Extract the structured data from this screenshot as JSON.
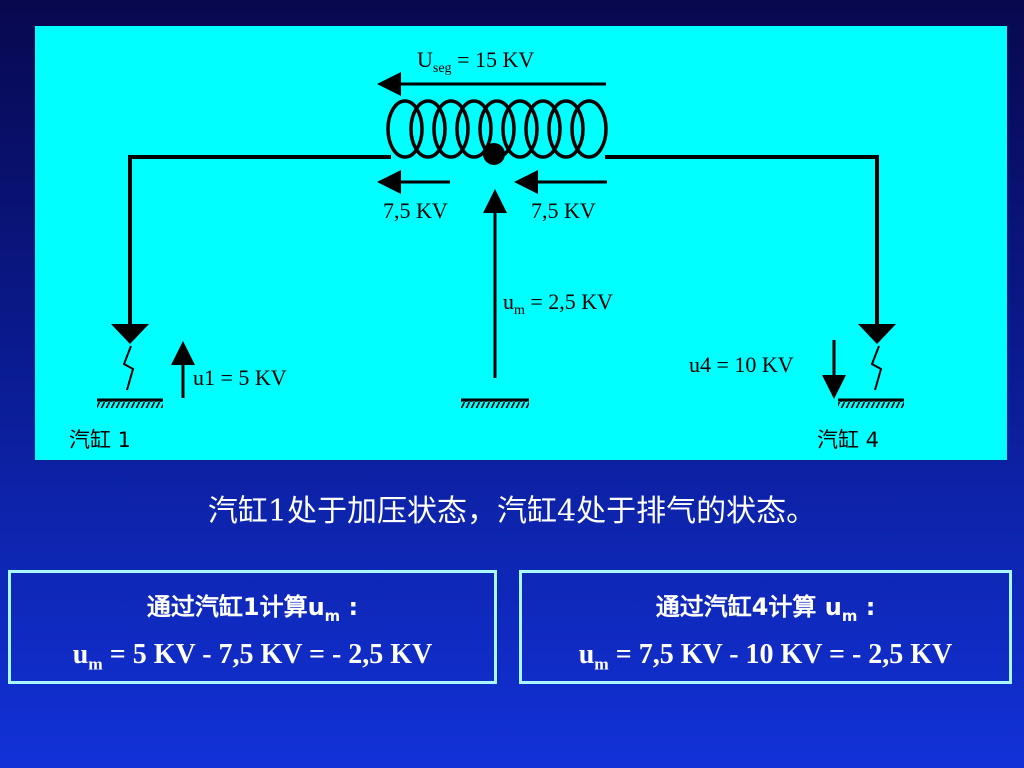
{
  "diagram": {
    "useg_label": {
      "prefix": "U",
      "sub": "seg",
      "suffix": " = 15 KV"
    },
    "left_half_label": "7,5 KV",
    "right_half_label": "7,5 KV",
    "um_label": {
      "prefix": "u",
      "sub": "m",
      "suffix": " = 2,5 KV"
    },
    "u1_label": "u1 = 5 KV",
    "u4_label": "u4 = 10 KV",
    "cylinder1_label": "汽缸 1",
    "cylinder4_label": "汽缸 4",
    "colors": {
      "panel": "#00ffff",
      "lines": "#000000"
    }
  },
  "caption": "汽缸1处于加压状态，汽缸4处于排气的状态。",
  "box_left": {
    "title": {
      "prefix": "通过汽缸1计算u",
      "sub": "m",
      "suffix": " :"
    },
    "formula": {
      "prefix": "u",
      "sub": "m",
      "suffix": " = 5 KV - 7,5 KV = - 2,5 KV"
    }
  },
  "box_right": {
    "title": {
      "prefix": "通过汽缸4计算 u",
      "sub": "m",
      "suffix": " :"
    },
    "formula": {
      "prefix": "u",
      "sub": "m",
      "suffix": " = 7,5 KV - 10 KV = - 2,5 KV"
    }
  },
  "colors": {
    "box_border": "#a8f8ff",
    "text_light": "#ffffff"
  }
}
